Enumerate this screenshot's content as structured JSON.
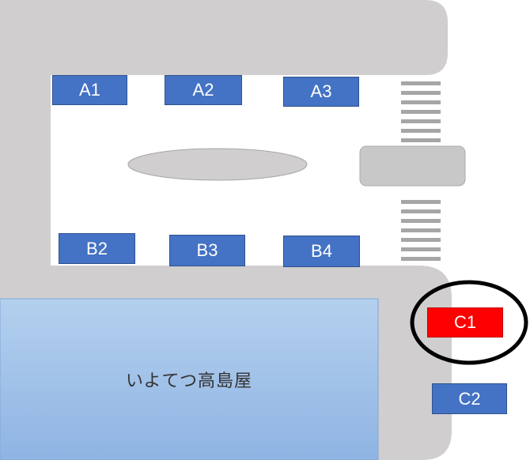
{
  "map": {
    "store": {
      "label": "いよてつ高島屋"
    },
    "stops": [
      {
        "id": "A1",
        "label": "A1",
        "highlighted": false
      },
      {
        "id": "A2",
        "label": "A2",
        "highlighted": false
      },
      {
        "id": "A3",
        "label": "A3",
        "highlighted": false
      },
      {
        "id": "B2",
        "label": "B2",
        "highlighted": false
      },
      {
        "id": "B3",
        "label": "B3",
        "highlighted": false
      },
      {
        "id": "B4",
        "label": "B4",
        "highlighted": false
      },
      {
        "id": "C1",
        "label": "C1",
        "highlighted": true
      },
      {
        "id": "C2",
        "label": "C2",
        "highlighted": false
      }
    ],
    "colors": {
      "road": "#d0cece",
      "stop": "#4472c4",
      "stop_highlight": "#ff0000",
      "store": "#9dc3e6",
      "highlight_ring": "#000000"
    }
  }
}
